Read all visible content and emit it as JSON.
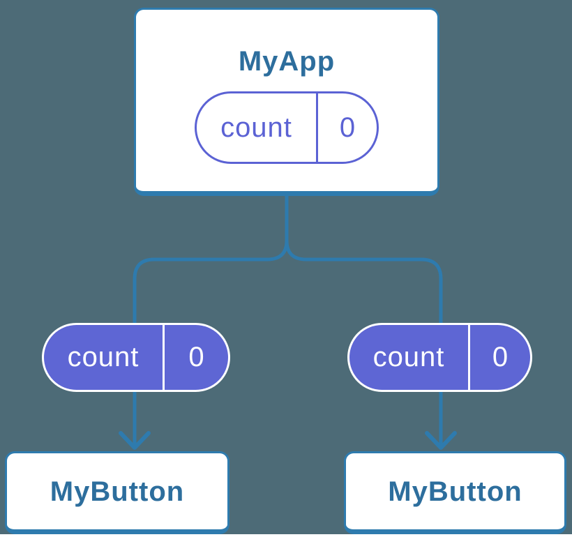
{
  "colors": {
    "background": "#4d6b77",
    "line_blue": "#2e7bae",
    "heading_blue": "#2d6e9d",
    "pill_outline_purple": "#5b62d4",
    "pill_fill_purple": "#5e66d4"
  },
  "diagram": {
    "root": {
      "title": "MyApp",
      "state": {
        "label": "count",
        "value": "0"
      }
    },
    "children": [
      {
        "title": "MyButton",
        "prop": {
          "label": "count",
          "value": "0"
        }
      },
      {
        "title": "MyButton",
        "prop": {
          "label": "count",
          "value": "0"
        }
      }
    ]
  }
}
